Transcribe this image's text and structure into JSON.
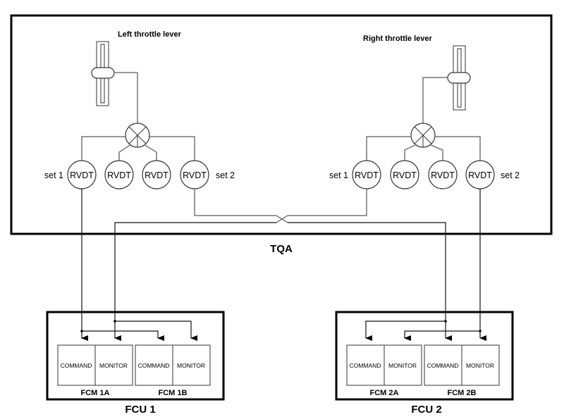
{
  "diagram": {
    "tqa": {
      "label": "TQA",
      "left": {
        "lever_label": "Left throttle lever",
        "rvdts": [
          {
            "label": "RVDT",
            "set_label": "set 1"
          },
          {
            "label": "RVDT",
            "set_label": ""
          },
          {
            "label": "RVDT",
            "set_label": ""
          },
          {
            "label": "RVDT",
            "set_label": "set 2"
          }
        ]
      },
      "right": {
        "lever_label": "Right throttle lever",
        "rvdts": [
          {
            "label": "RVDT",
            "set_label": "set 1"
          },
          {
            "label": "RVDT",
            "set_label": ""
          },
          {
            "label": "RVDT",
            "set_label": ""
          },
          {
            "label": "RVDT",
            "set_label": "set 2"
          }
        ]
      }
    },
    "fcus": [
      {
        "label": "FCU 1",
        "fcms": [
          {
            "label": "FCM 1A",
            "lanes": [
              "COMMAND",
              "MONITOR"
            ]
          },
          {
            "label": "FCM 1B",
            "lanes": [
              "COMMAND",
              "MONITOR"
            ]
          }
        ]
      },
      {
        "label": "FCU 2",
        "fcms": [
          {
            "label": "FCM 2A",
            "lanes": [
              "COMMAND",
              "MONITOR"
            ]
          },
          {
            "label": "FCM 2B",
            "lanes": [
              "COMMAND",
              "MONITOR"
            ]
          }
        ]
      }
    ]
  }
}
